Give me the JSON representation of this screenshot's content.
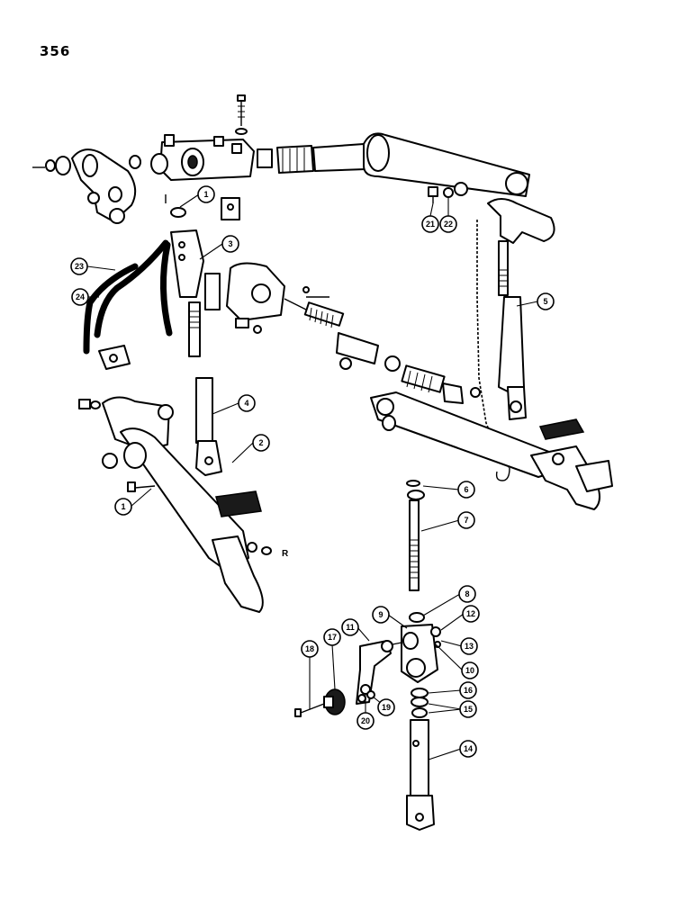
{
  "page_number": "356",
  "callouts": [
    {
      "label": "1"
    },
    {
      "label": "1"
    },
    {
      "label": "2"
    },
    {
      "label": "3"
    },
    {
      "label": "4"
    },
    {
      "label": "5"
    },
    {
      "label": "6"
    },
    {
      "label": "7"
    },
    {
      "label": "8"
    },
    {
      "label": "9"
    },
    {
      "label": "10"
    },
    {
      "label": "11"
    },
    {
      "label": "12"
    },
    {
      "label": "13"
    },
    {
      "label": "14"
    },
    {
      "label": "15"
    },
    {
      "label": "16"
    },
    {
      "label": "17"
    },
    {
      "label": "18"
    },
    {
      "label": "19"
    },
    {
      "label": "20"
    },
    {
      "label": "21"
    },
    {
      "label": "22"
    },
    {
      "label": "23"
    },
    {
      "label": "24"
    }
  ],
  "text_marks": {
    "pin_letter": "R"
  }
}
